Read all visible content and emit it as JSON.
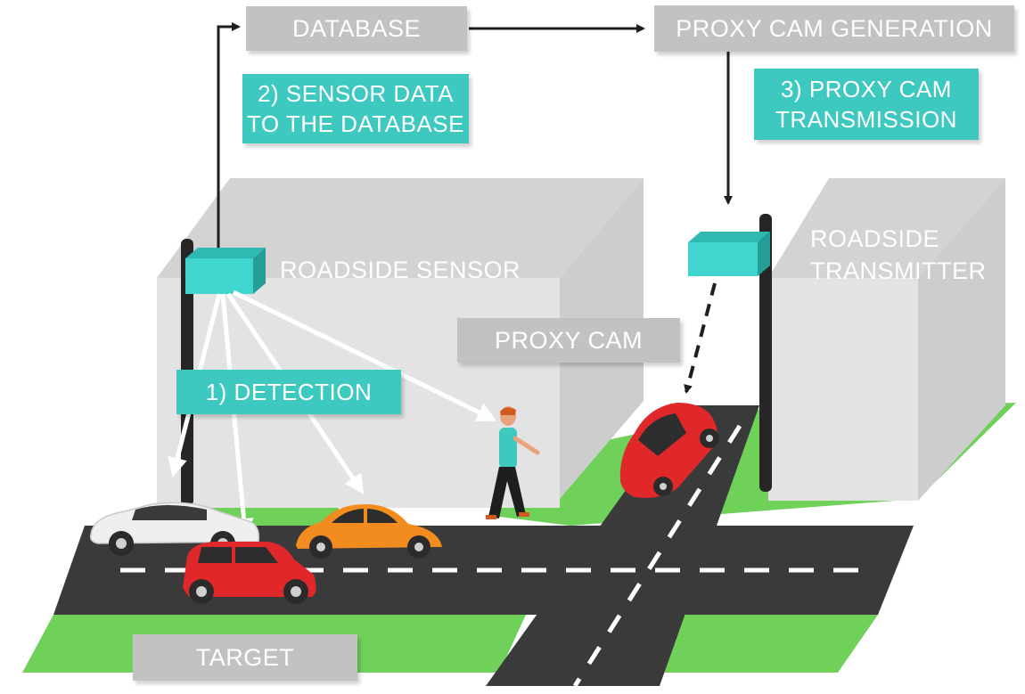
{
  "labels": {
    "database": "DATABASE",
    "proxy_cam_generation": "PROXY CAM GENERATION",
    "sensor_data_to_database": "2) SENSOR DATA\nTO THE DATABASE",
    "proxy_cam_transmission": "3) PROXY CAM\nTRANSMISSION",
    "roadside_sensor": "ROADSIDE SENSOR",
    "roadside_transmitter": "ROADSIDE\nTRANSMITTER",
    "proxy_cam": "PROXY CAM",
    "detection": "1) DETECTION",
    "target": "TARGET"
  },
  "colors": {
    "label_grey": "#c2c2c2",
    "label_teal": "#3ec9c0",
    "building": "#e3e3e3",
    "grass": "#6fd15a",
    "road": "#3a3a3a",
    "device": "#40d6cf",
    "car_red": "#e0282b",
    "car_orange": "#f28c1e",
    "car_white": "#efefef"
  }
}
